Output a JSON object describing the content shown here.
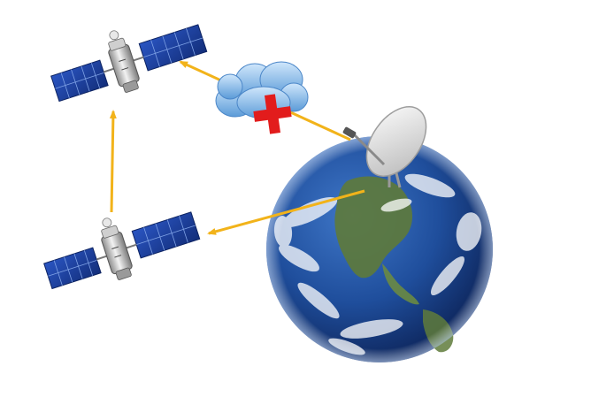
{
  "diagram": {
    "nodes": [
      {
        "id": "satellite-upper",
        "icon": "satellite-icon"
      },
      {
        "id": "satellite-lower",
        "icon": "satellite-icon"
      },
      {
        "id": "earth",
        "icon": "earth-globe-icon"
      },
      {
        "id": "ground-dish",
        "icon": "satellite-dish-icon"
      },
      {
        "id": "cloud",
        "icon": "cloud-icon"
      }
    ],
    "links": [
      {
        "from": "ground-dish",
        "to": "satellite-upper",
        "status": "blocked",
        "blocked_by": "cloud",
        "marker": "red-cross-icon"
      },
      {
        "from": "earth",
        "to": "satellite-lower",
        "status": "ok"
      },
      {
        "from": "satellite-lower",
        "to": "satellite-upper",
        "status": "ok"
      }
    ],
    "colors": {
      "arrow": "#F2B31A",
      "blocked_marker": "#E21C1C",
      "ocean": "#1F4E9C",
      "land": "#5E7A3A",
      "cloud": "#7FB6E6",
      "solar_panel": "#1E3F9A"
    }
  }
}
